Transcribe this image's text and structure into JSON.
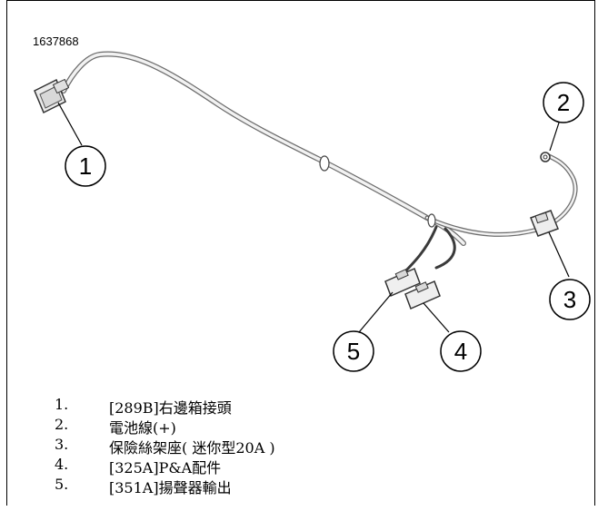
{
  "figure_id": "1637868",
  "callouts": [
    "1",
    "2",
    "3",
    "4",
    "5"
  ],
  "legend": [
    {
      "num": "1.",
      "text": "[289B]右邊箱接頭"
    },
    {
      "num": "2.",
      "text": "電池線(+)"
    },
    {
      "num": "3.",
      "text": "保險絲架座( 迷你型20A )"
    },
    {
      "num": "4.",
      "text": "[325A]P&A配件"
    },
    {
      "num": "5.",
      "text": "[351A]揚聲器輸出"
    }
  ]
}
